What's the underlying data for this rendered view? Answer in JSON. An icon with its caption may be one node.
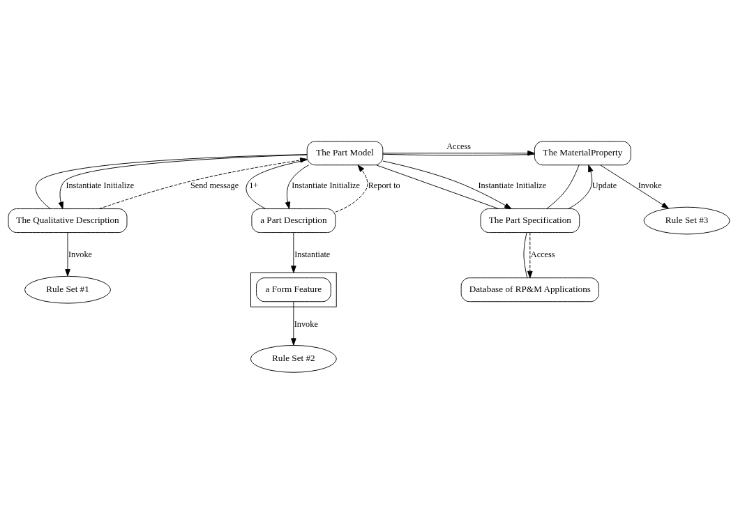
{
  "diagram": {
    "nodes": [
      {
        "text": [
          "The Part Model"
        ]
      },
      {
        "text": [
          "The MaterialProperty"
        ]
      },
      {
        "text": [
          "The Qualitative Description"
        ]
      },
      {
        "text": [
          "a Part Description"
        ]
      },
      {
        "text": [
          "The Part Specification"
        ]
      },
      {
        "text": [
          "Rule Set #3"
        ]
      },
      {
        "text": [
          "Rule Set #1"
        ]
      },
      {
        "text": [],
        "shape": "box"
      },
      {
        "text": [
          "a Form Feature"
        ],
        "in": 7
      },
      {
        "text": [
          "Database of RP&M Applications"
        ]
      },
      {
        "text": [
          "Rule Set #2"
        ]
      }
    ],
    "edges": [
      {
        "from": 0,
        "to": 1,
        "arrow": "none"
      },
      {
        "from": 0,
        "to": 1,
        "arrow": "to",
        "label": "Access"
      },
      {
        "from": 0,
        "to": 2,
        "arrow": "none"
      },
      {
        "from": 0,
        "to": 2,
        "arrow": "to",
        "label": "Instantiate Initialize"
      },
      {
        "from": 2,
        "to": 0,
        "arrow": "to",
        "label": "Send message",
        "style": "dashed"
      },
      {
        "from": 0,
        "to": 3,
        "arrow": "none",
        "label": "1+"
      },
      {
        "from": 0,
        "to": 3,
        "arrow": "to",
        "label": "Instantiate Initialize"
      },
      {
        "from": 3,
        "to": 0,
        "arrow": "to",
        "label": "Report to",
        "style": "dashed"
      },
      {
        "from": 0,
        "to": 4,
        "arrow": "none"
      },
      {
        "from": 0,
        "to": 4,
        "arrow": "to",
        "label": "Instantiate Initialize"
      },
      {
        "from": 4,
        "to": 1,
        "arrow": "none"
      },
      {
        "from": 4,
        "to": 1,
        "arrow": "to",
        "label": "Update"
      },
      {
        "from": 1,
        "to": 5,
        "arrow": "to",
        "label": "Invoke"
      },
      {
        "from": 2,
        "to": 6,
        "arrow": "to",
        "label": "Invoke"
      },
      {
        "from": 3,
        "to": 7,
        "arrow": "to",
        "label": "Instantiate"
      },
      {
        "from": 8,
        "to": 10,
        "arrow": "to",
        "label": "Invoke"
      },
      {
        "from": 4,
        "to": 9,
        "arrow": "none"
      },
      {
        "from": 4,
        "to": 9,
        "arrow": "to",
        "label": "Access",
        "style": "dashed"
      }
    ]
  }
}
